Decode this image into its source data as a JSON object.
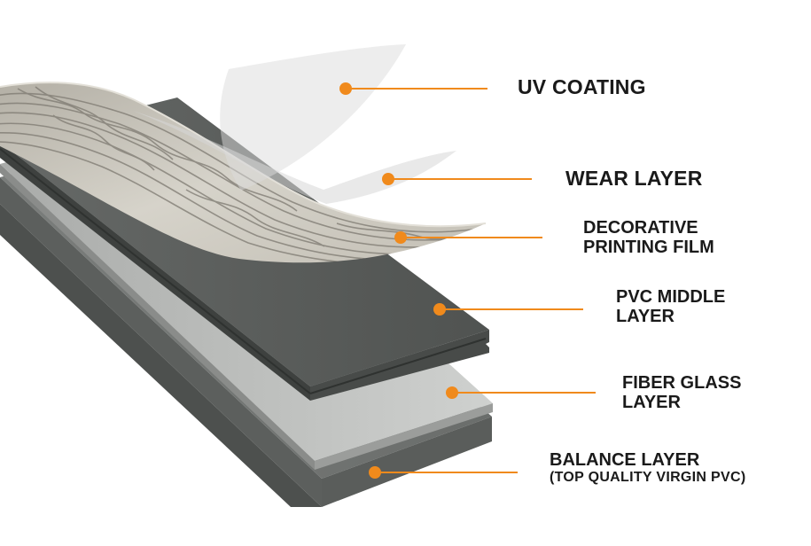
{
  "layers": [
    {
      "id": "uv-coating",
      "lines": [
        "UV COATING"
      ]
    },
    {
      "id": "wear-layer",
      "lines": [
        "WEAR LAYER"
      ]
    },
    {
      "id": "decorative-printing-film",
      "lines": [
        "DECORATIVE",
        "PRINTING FILM"
      ]
    },
    {
      "id": "pvc-middle-layer",
      "lines": [
        "PVC MIDDLE",
        "LAYER"
      ]
    },
    {
      "id": "fiber-glass-layer",
      "lines": [
        "FIBER GLASS",
        "LAYER"
      ]
    },
    {
      "id": "balance-layer",
      "lines": [
        "BALANCE LAYER",
        "(TOP QUALITY VIRGIN PVC)"
      ]
    }
  ],
  "colors": {
    "accent": "#f08a1c",
    "text": "#1a1a1a",
    "balance_layer": "#6e716f",
    "fiber_glass_layer": "#bfc1bf",
    "pvc_middle_layer": "#555856",
    "decorative_film": "#c9c6bd",
    "wear_layer": "#eaeaea",
    "uv_coating": "#eeeeee"
  }
}
